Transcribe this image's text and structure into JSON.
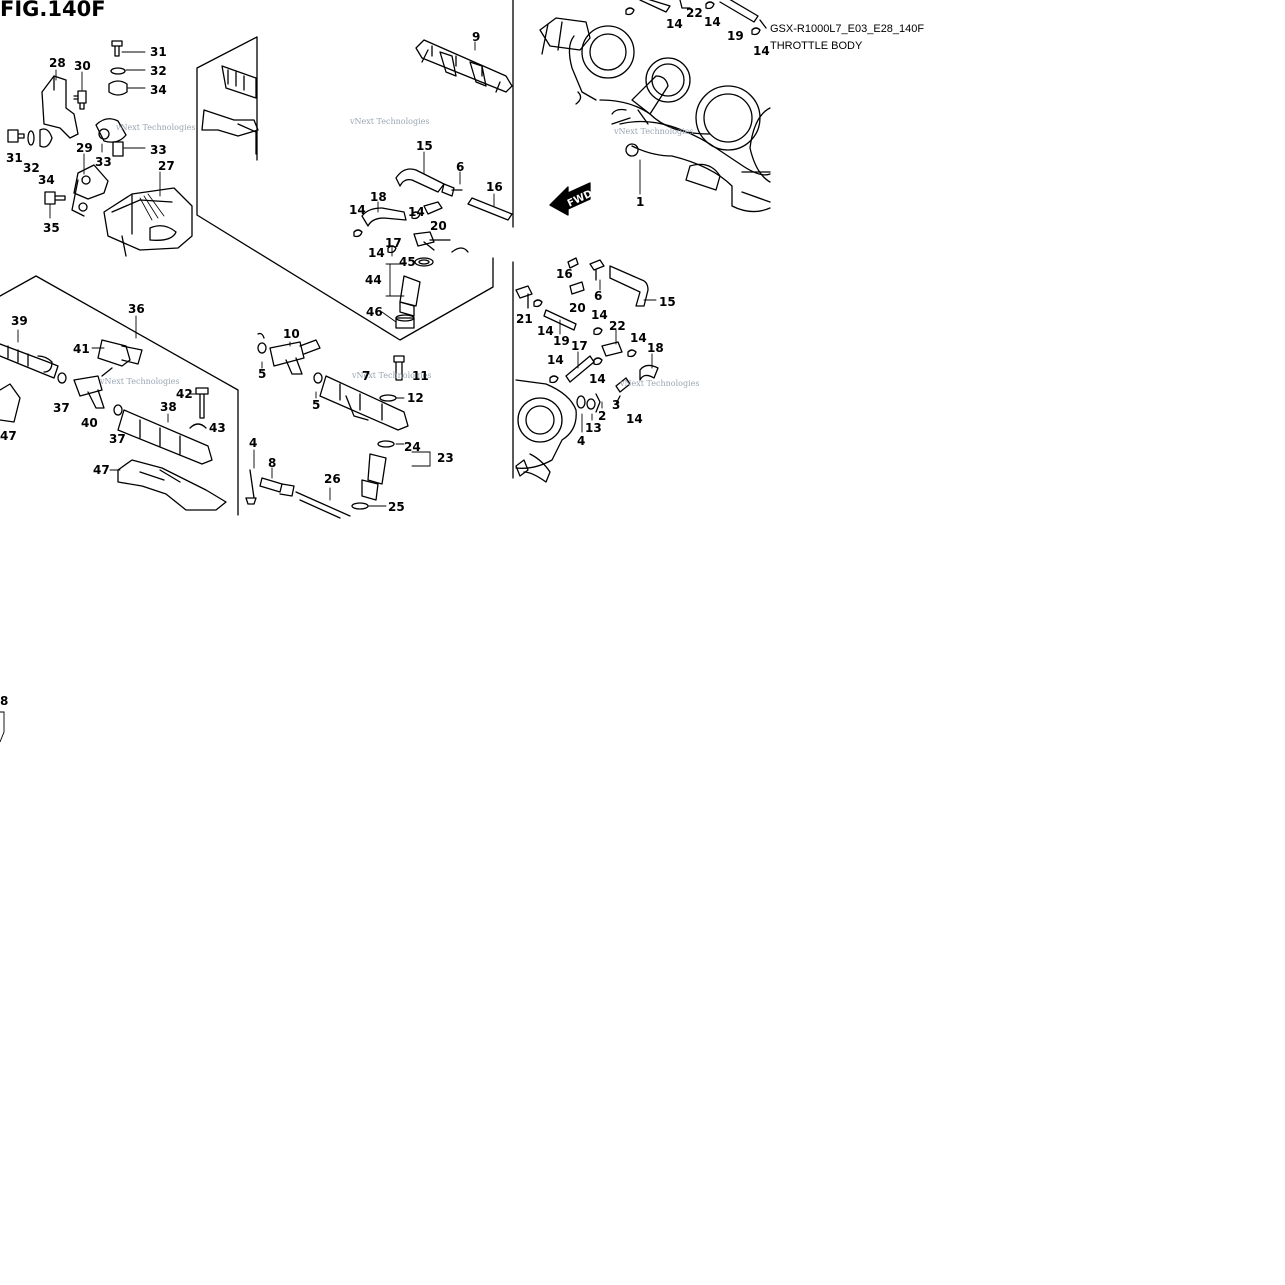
{
  "figure": {
    "title": "FIG.140F",
    "code": "GSX-R1000L7_E03_E28_140F",
    "name": "THROTTLE BODY"
  },
  "watermark": "vNext Technologies",
  "fwd_label": "FWD",
  "callouts": [
    {
      "id": "c31a",
      "text": "31"
    },
    {
      "id": "c32a",
      "text": "32"
    },
    {
      "id": "c34a",
      "text": "34"
    },
    {
      "id": "c28",
      "text": "28"
    },
    {
      "id": "c30",
      "text": "30"
    },
    {
      "id": "c31b",
      "text": "31"
    },
    {
      "id": "c32b",
      "text": "32"
    },
    {
      "id": "c29",
      "text": "29"
    },
    {
      "id": "c33a",
      "text": "33"
    },
    {
      "id": "c33b",
      "text": "33"
    },
    {
      "id": "c34b",
      "text": "34"
    },
    {
      "id": "c27",
      "text": "27"
    },
    {
      "id": "c35",
      "text": "35"
    },
    {
      "id": "c9",
      "text": "9"
    },
    {
      "id": "c15a",
      "text": "15"
    },
    {
      "id": "c6a",
      "text": "6"
    },
    {
      "id": "c16a",
      "text": "16"
    },
    {
      "id": "c18a",
      "text": "18"
    },
    {
      "id": "c14a",
      "text": "14"
    },
    {
      "id": "c14b",
      "text": "14"
    },
    {
      "id": "c20a",
      "text": "20"
    },
    {
      "id": "c17a",
      "text": "17"
    },
    {
      "id": "c14c",
      "text": "14"
    },
    {
      "id": "c45",
      "text": "45"
    },
    {
      "id": "c44",
      "text": "44"
    },
    {
      "id": "c46",
      "text": "46"
    },
    {
      "id": "c22a",
      "text": "22"
    },
    {
      "id": "c14d",
      "text": "14"
    },
    {
      "id": "c14e",
      "text": "14"
    },
    {
      "id": "c19a",
      "text": "19"
    },
    {
      "id": "c14f",
      "text": "14"
    },
    {
      "id": "c1",
      "text": "1"
    },
    {
      "id": "c36",
      "text": "36"
    },
    {
      "id": "c39",
      "text": "39"
    },
    {
      "id": "c41",
      "text": "41"
    },
    {
      "id": "c37a",
      "text": "37"
    },
    {
      "id": "c40",
      "text": "40"
    },
    {
      "id": "c42",
      "text": "42"
    },
    {
      "id": "c38",
      "text": "38"
    },
    {
      "id": "c43",
      "text": "43"
    },
    {
      "id": "c37b",
      "text": "37"
    },
    {
      "id": "c47a",
      "text": "47"
    },
    {
      "id": "c47b",
      "text": "47"
    },
    {
      "id": "c10",
      "text": "10"
    },
    {
      "id": "c5a",
      "text": "5"
    },
    {
      "id": "c5b",
      "text": "5"
    },
    {
      "id": "c7",
      "text": "7"
    },
    {
      "id": "c11",
      "text": "11"
    },
    {
      "id": "c12",
      "text": "12"
    },
    {
      "id": "c24",
      "text": "24"
    },
    {
      "id": "c23",
      "text": "23"
    },
    {
      "id": "c4a",
      "text": "4"
    },
    {
      "id": "c8",
      "text": "8"
    },
    {
      "id": "c26",
      "text": "26"
    },
    {
      "id": "c25",
      "text": "25"
    },
    {
      "id": "c16b",
      "text": "16"
    },
    {
      "id": "c6b",
      "text": "6"
    },
    {
      "id": "c15b",
      "text": "15"
    },
    {
      "id": "c21",
      "text": "21"
    },
    {
      "id": "c20b",
      "text": "20"
    },
    {
      "id": "c14g",
      "text": "14"
    },
    {
      "id": "c19b",
      "text": "19"
    },
    {
      "id": "c14h",
      "text": "14"
    },
    {
      "id": "c22b",
      "text": "22"
    },
    {
      "id": "c14i",
      "text": "14"
    },
    {
      "id": "c17b",
      "text": "17"
    },
    {
      "id": "c18b",
      "text": "18"
    },
    {
      "id": "c14j",
      "text": "14"
    },
    {
      "id": "c14k",
      "text": "14"
    },
    {
      "id": "c3",
      "text": "3"
    },
    {
      "id": "c2",
      "text": "2"
    },
    {
      "id": "c13",
      "text": "13"
    },
    {
      "id": "c4b",
      "text": "4"
    },
    {
      "id": "c14l",
      "text": "14"
    },
    {
      "id": "c8b",
      "text": "8"
    }
  ]
}
